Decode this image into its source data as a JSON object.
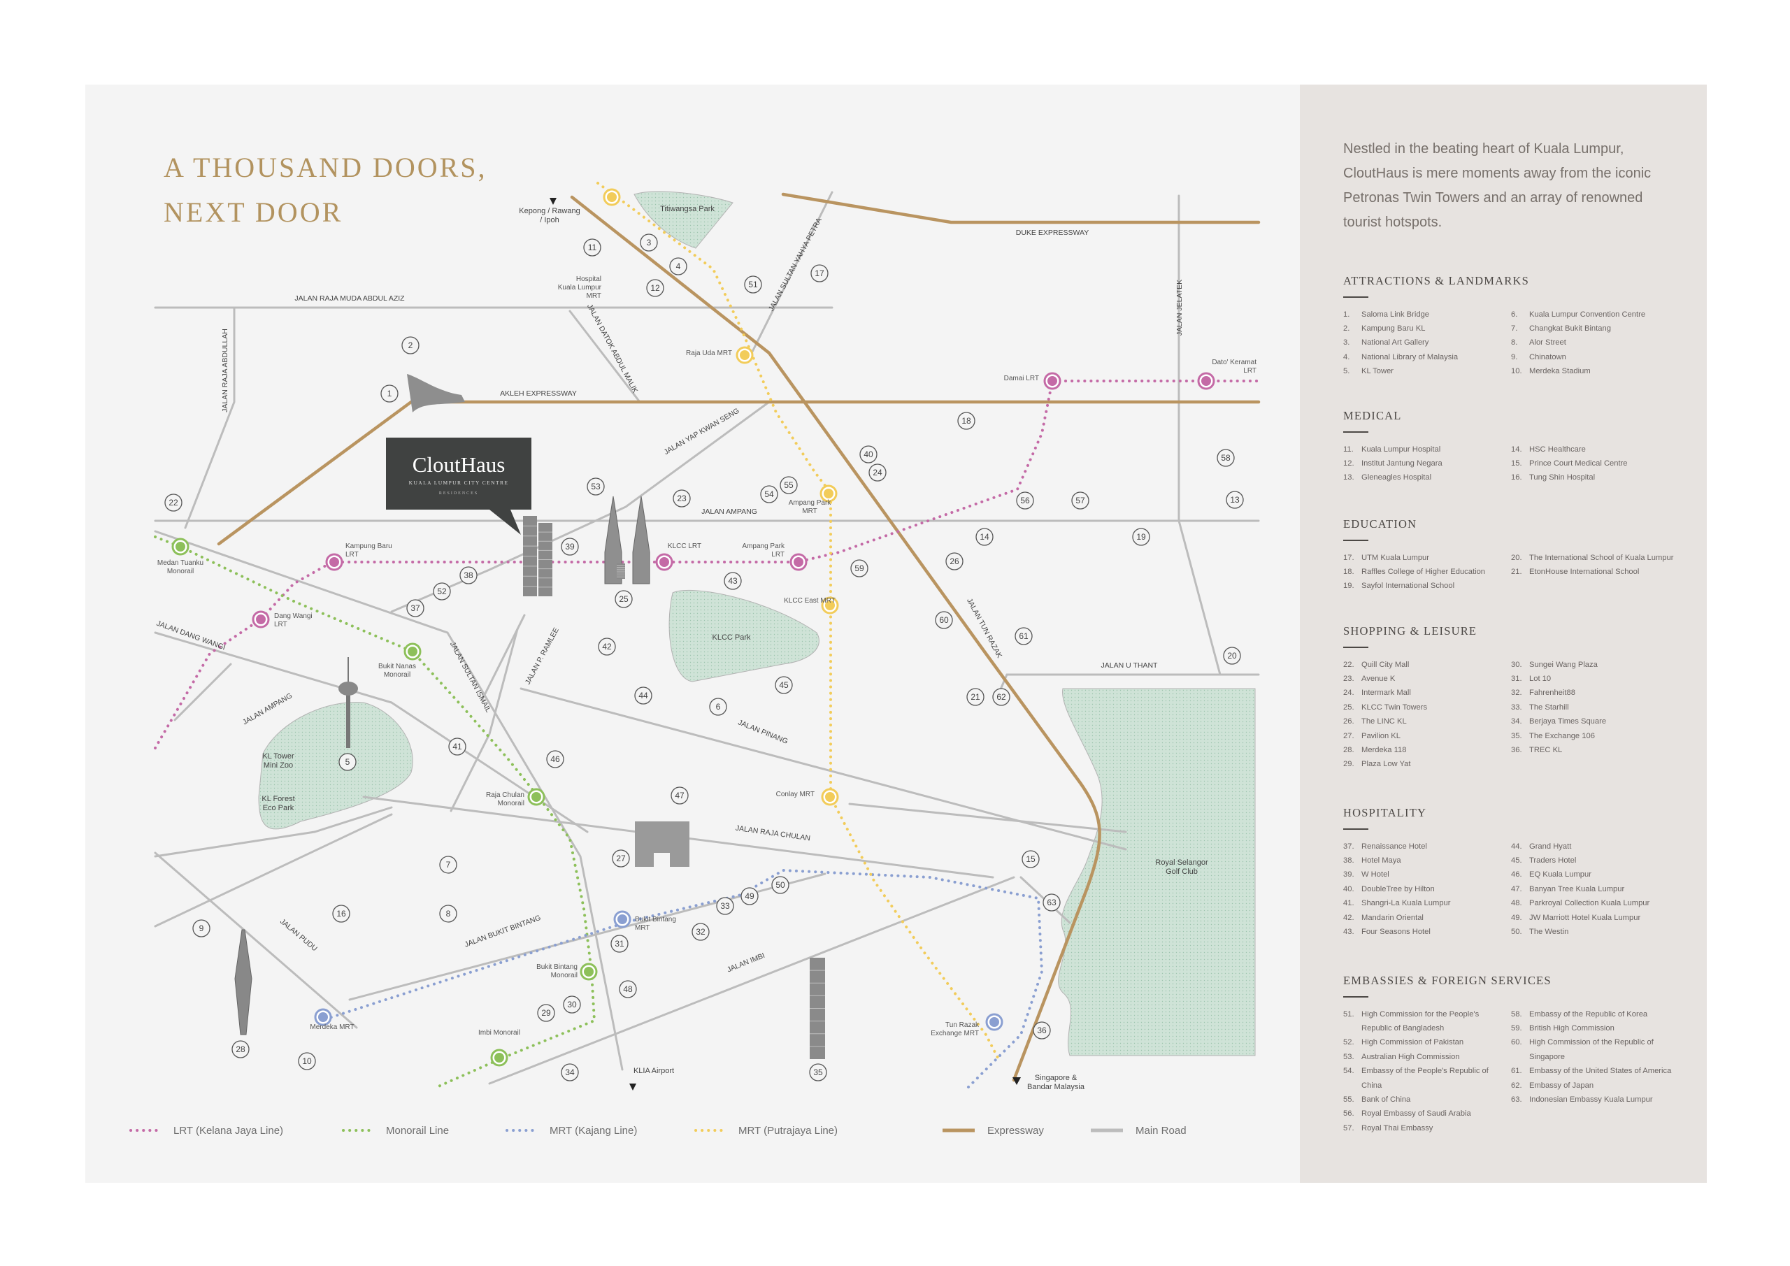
{
  "headline": {
    "line1": "A THOUSAND DOORS,",
    "line2": "NEXT DOOR"
  },
  "intro": "Nestled in the beating heart of Kuala Lumpur, CloutHaus is mere moments away from the iconic Petronas Twin Towers and an array of renowned tourist hotspots.",
  "brand": {
    "name": "CloutHaus",
    "sub1": "KUALA LUMPUR CITY CENTRE",
    "sub2": "RESIDENCES"
  },
  "colors": {
    "lrt": "#c46aa6",
    "monorail": "#8dc05a",
    "mrt_kajang": "#8a9fd1",
    "mrt_putrajaya": "#f2cc5a",
    "expressway": "#b99460",
    "main_road": "#bcbcbc",
    "park": "#cfe3d7",
    "accent": "#b2935f"
  },
  "sections": [
    {
      "title": "ATTRACTIONS & LANDMARKS",
      "left": [
        [
          "1.",
          "Saloma Link Bridge"
        ],
        [
          "2.",
          "Kampung Baru KL"
        ],
        [
          "3.",
          "National Art Gallery"
        ],
        [
          "4.",
          "National Library of Malaysia"
        ],
        [
          "5.",
          "KL Tower"
        ]
      ],
      "right": [
        [
          "6.",
          "Kuala Lumpur Convention Centre"
        ],
        [
          "7.",
          "Changkat Bukit Bintang"
        ],
        [
          "8.",
          "Alor Street"
        ],
        [
          "9.",
          "Chinatown"
        ],
        [
          "10.",
          "Merdeka Stadium"
        ]
      ]
    },
    {
      "title": "MEDICAL",
      "left": [
        [
          "11.",
          "Kuala Lumpur Hospital"
        ],
        [
          "12.",
          "Institut Jantung Negara"
        ],
        [
          "13.",
          "Gleneagles Hospital"
        ]
      ],
      "right": [
        [
          "14.",
          "HSC Healthcare"
        ],
        [
          "15.",
          "Prince Court Medical Centre"
        ],
        [
          "16.",
          "Tung Shin Hospital"
        ]
      ]
    },
    {
      "title": "EDUCATION",
      "left": [
        [
          "17.",
          "UTM Kuala Lumpur"
        ],
        [
          "18.",
          "Raffles College of Higher Education"
        ],
        [
          "19.",
          "Sayfol International School"
        ]
      ],
      "right": [
        [
          "20.",
          "The International School of Kuala Lumpur"
        ],
        [
          "21.",
          "EtonHouse International School"
        ]
      ]
    },
    {
      "title": "SHOPPING & LEISURE",
      "left": [
        [
          "22.",
          "Quill City Mall"
        ],
        [
          "23.",
          "Avenue K"
        ],
        [
          "24.",
          "Intermark Mall"
        ],
        [
          "25.",
          "KLCC Twin Towers"
        ],
        [
          "26.",
          "The LINC KL"
        ],
        [
          "27.",
          "Pavilion KL"
        ],
        [
          "28.",
          "Merdeka 118"
        ],
        [
          "29.",
          "Plaza Low Yat"
        ]
      ],
      "right": [
        [
          "30.",
          "Sungei Wang Plaza"
        ],
        [
          "31.",
          "Lot 10"
        ],
        [
          "32.",
          "Fahrenheit88"
        ],
        [
          "33.",
          "The Starhill"
        ],
        [
          "34.",
          "Berjaya Times Square"
        ],
        [
          "35.",
          "The Exchange 106"
        ],
        [
          "36.",
          "TREC KL"
        ]
      ]
    },
    {
      "title": "HOSPITALITY",
      "left": [
        [
          "37.",
          "Renaissance Hotel"
        ],
        [
          "38.",
          "Hotel Maya"
        ],
        [
          "39.",
          "W Hotel"
        ],
        [
          "40.",
          "DoubleTree by Hilton"
        ],
        [
          "41.",
          "Shangri-La Kuala Lumpur"
        ],
        [
          "42.",
          "Mandarin Oriental"
        ],
        [
          "43.",
          "Four Seasons Hotel"
        ]
      ],
      "right": [
        [
          "44.",
          "Grand Hyatt"
        ],
        [
          "45.",
          "Traders Hotel"
        ],
        [
          "46.",
          "EQ Kuala Lumpur"
        ],
        [
          "47.",
          "Banyan Tree Kuala Lumpur"
        ],
        [
          "48.",
          "Parkroyal Collection Kuala Lumpur"
        ],
        [
          "49.",
          "JW Marriott Hotel Kuala Lumpur"
        ],
        [
          "50.",
          "The Westin"
        ]
      ]
    },
    {
      "title": "EMBASSIES & FOREIGN SERVICES",
      "left": [
        [
          "51.",
          "High Commission for the People's Republic of Bangladesh"
        ],
        [
          "52.",
          "High Commission of Pakistan"
        ],
        [
          "53.",
          "Australian High Commission"
        ],
        [
          "54.",
          "Embassy of the People's Republic of China"
        ],
        [
          "55.",
          "Bank of China"
        ],
        [
          "56.",
          "Royal Embassy of Saudi Arabia"
        ],
        [
          "57.",
          "Royal Thai Embassy"
        ]
      ],
      "right": [
        [
          "58.",
          "Embassy of the Republic of Korea"
        ],
        [
          "59.",
          "British High Commission"
        ],
        [
          "60.",
          "High Commission of the Republic of Singapore"
        ],
        [
          "61.",
          "Embassy of the United States of America"
        ],
        [
          "62.",
          "Embassy of Japan"
        ],
        [
          "63.",
          "Indonesian Embassy Kuala Lumpur"
        ]
      ]
    }
  ],
  "legend": [
    {
      "type": "dotted",
      "color": "#c46aa6",
      "label": "LRT (Kelana Jaya Line)"
    },
    {
      "type": "dotted",
      "color": "#8dc05a",
      "label": "Monorail Line"
    },
    {
      "type": "dotted",
      "color": "#8a9fd1",
      "label": "MRT (Kajang Line)"
    },
    {
      "type": "dotted",
      "color": "#f2cc5a",
      "label": "MRT (Putrajaya Line)"
    },
    {
      "type": "solid",
      "color": "#b99460",
      "label": "Expressway"
    },
    {
      "type": "solid",
      "color": "#bcbcbc",
      "label": "Main Road"
    }
  ],
  "roads": [
    {
      "label": "JALAN RAJA MUDA ABDUL AZIZ"
    },
    {
      "label": "AKLEH EXPRESSWAY"
    },
    {
      "label": "DUKE EXPRESSWAY"
    },
    {
      "label": "JALAN RAJA ABDULLAH"
    },
    {
      "label": "JALAN DATOK ABDUL MALIK"
    },
    {
      "label": "JALAN SULTAN YAHYA PETRA"
    },
    {
      "label": "JALAN YAP KWAN SENG"
    },
    {
      "label": "JALAN AMPANG"
    },
    {
      "label": "JALAN JELATEK"
    },
    {
      "label": "JALAN TUN RAZAK"
    },
    {
      "label": "JALAN U THANT"
    },
    {
      "label": "JALAN DANG WANGI"
    },
    {
      "label": "JALAN AMPANG"
    },
    {
      "label": "JALAN SULTAN ISMAIL"
    },
    {
      "label": "JALAN P. RAMLEE"
    },
    {
      "label": "JALAN PINANG"
    },
    {
      "label": "JALAN RAJA CHULAN"
    },
    {
      "label": "JALAN BUKIT BINTANG"
    },
    {
      "label": "JALAN PUDU"
    },
    {
      "label": "JALAN IMBI"
    }
  ],
  "places": [
    {
      "label": "Titiwangsa Park"
    },
    {
      "label": "KLCC Park"
    },
    {
      "label": "KL Tower Mini Zoo"
    },
    {
      "label": "KL Forest Eco Park"
    },
    {
      "label": "Royal Selangor Golf Club"
    },
    {
      "label": "Kepong / Rawang / Ipoh"
    },
    {
      "label": "KLIA Airport"
    },
    {
      "label": "Singapore & Bandar Malaysia"
    }
  ],
  "stations": [
    {
      "label": "Hospital Kuala Lumpur MRT",
      "line": "mrt_putrajaya"
    },
    {
      "label": "Raja Uda MRT",
      "line": "mrt_putrajaya"
    },
    {
      "label": "Ampang Park MRT",
      "line": "mrt_putrajaya"
    },
    {
      "label": "KLCC East MRT",
      "line": "mrt_putrajaya"
    },
    {
      "label": "Conlay MRT",
      "line": "mrt_putrajaya"
    },
    {
      "label": "Tun Razak Exchange MRT",
      "line": "mrt_kajang"
    },
    {
      "label": "Damai LRT",
      "line": "lrt"
    },
    {
      "label": "Dato' Keramat LRT",
      "line": "lrt"
    },
    {
      "label": "Kampung Baru LRT",
      "line": "lrt"
    },
    {
      "label": "KLCC LRT",
      "line": "lrt"
    },
    {
      "label": "Ampang Park LRT",
      "line": "lrt"
    },
    {
      "label": "Dang Wangi LRT",
      "line": "lrt"
    },
    {
      "label": "Medan Tuanku Monorail",
      "line": "monorail"
    },
    {
      "label": "Bukit Nanas Monorail",
      "line": "monorail"
    },
    {
      "label": "Raja Chulan Monorail",
      "line": "monorail"
    },
    {
      "label": "Bukit Bintang Monorail",
      "line": "monorail"
    },
    {
      "label": "Imbi Monorail",
      "line": "monorail"
    },
    {
      "label": "Bukit Bintang MRT",
      "line": "mrt_kajang"
    },
    {
      "label": "Merdeka MRT",
      "line": "mrt_kajang"
    }
  ],
  "markers": [
    "1",
    "2",
    "3",
    "4",
    "5",
    "6",
    "7",
    "8",
    "9",
    "10",
    "11",
    "12",
    "13",
    "14",
    "15",
    "16",
    "17",
    "18",
    "19",
    "20",
    "21",
    "22",
    "23",
    "24",
    "25",
    "26",
    "27",
    "28",
    "29",
    "30",
    "31",
    "32",
    "33",
    "34",
    "35",
    "36",
    "37",
    "38",
    "39",
    "40",
    "41",
    "42",
    "43",
    "44",
    "45",
    "46",
    "47",
    "48",
    "49",
    "50",
    "51",
    "52",
    "53",
    "54",
    "55",
    "56",
    "57",
    "58",
    "59",
    "60",
    "61",
    "62",
    "63"
  ]
}
